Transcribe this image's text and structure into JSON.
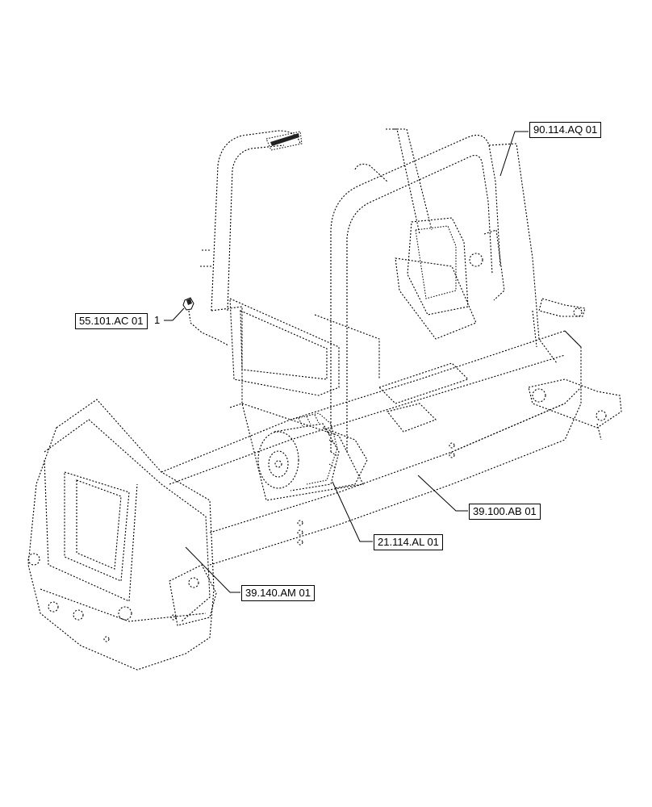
{
  "callouts": {
    "cab_frame": "90.114.AQ 01",
    "sensor": "55.101.AC 01",
    "sensor_qty": "1",
    "chassis": "39.100.AB 01",
    "pump": "21.114.AL 01",
    "counterweight": "39.140.AM 01"
  }
}
